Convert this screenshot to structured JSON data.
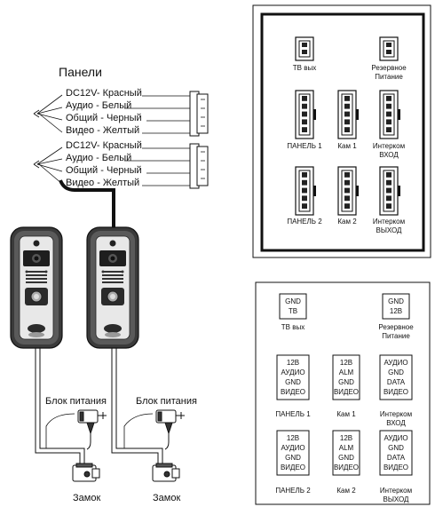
{
  "title": "Панели",
  "panel_groups": [
    {
      "wires": [
        "DC12V- Красный",
        "Аудио - Белый",
        "Общий - Черный",
        "Видео - Желтый"
      ]
    },
    {
      "wires": [
        "DC12V- Красный",
        "Аудио - Белый",
        "Общий - Черный",
        "Видео - Желтый"
      ]
    }
  ],
  "power_supplies": [
    "Блок питания",
    "Блок питания"
  ],
  "locks": [
    "Замок",
    "Замок"
  ],
  "monitor_top": {
    "connectors": [
      {
        "lines": [
          "ТВ вых"
        ]
      },
      {
        "lines": [
          "Резервное",
          "Питание"
        ]
      },
      {
        "lines": [
          "ПАНЕЛЬ 1"
        ]
      },
      {
        "lines": [
          "Кам 1"
        ]
      },
      {
        "lines": [
          "Интерком",
          "ВХОД"
        ]
      },
      {
        "lines": [
          "ПАНЕЛЬ 2"
        ]
      },
      {
        "lines": [
          "Кам 2"
        ]
      },
      {
        "lines": [
          "Интерком",
          "ВЫХОД"
        ]
      }
    ]
  },
  "monitor_bottom": {
    "blocks": [
      {
        "pins": [
          "GND",
          "ТВ"
        ],
        "label": [
          "ТВ вых"
        ]
      },
      {
        "pins": [
          "GND",
          "12В"
        ],
        "label": [
          "Резервное",
          "Питание"
        ]
      },
      {
        "pins": [
          "12В",
          "АУДИО",
          "GND",
          "ВИДЕО"
        ],
        "label": [
          "ПАНЕЛЬ 1"
        ]
      },
      {
        "pins": [
          "12В",
          "ALM",
          "GND",
          "ВИДЕО"
        ],
        "label": [
          "Кам 1"
        ]
      },
      {
        "pins": [
          "АУДИО",
          "GND",
          "DATA",
          "ВИДЕО"
        ],
        "label": [
          "Интерком",
          "ВХОД"
        ]
      },
      {
        "pins": [
          "12В",
          "АУДИО",
          "GND",
          "ВИДЕО"
        ],
        "label": [
          "ПАНЕЛЬ 2"
        ]
      },
      {
        "pins": [
          "12В",
          "ALM",
          "GND",
          "ВИДЕО"
        ],
        "label": [
          "Кам 2"
        ]
      },
      {
        "pins": [
          "АУДИО",
          "GND",
          "DATA",
          "ВИДЕО"
        ],
        "label": [
          "Интерком",
          "ВЫХОД"
        ]
      }
    ]
  }
}
